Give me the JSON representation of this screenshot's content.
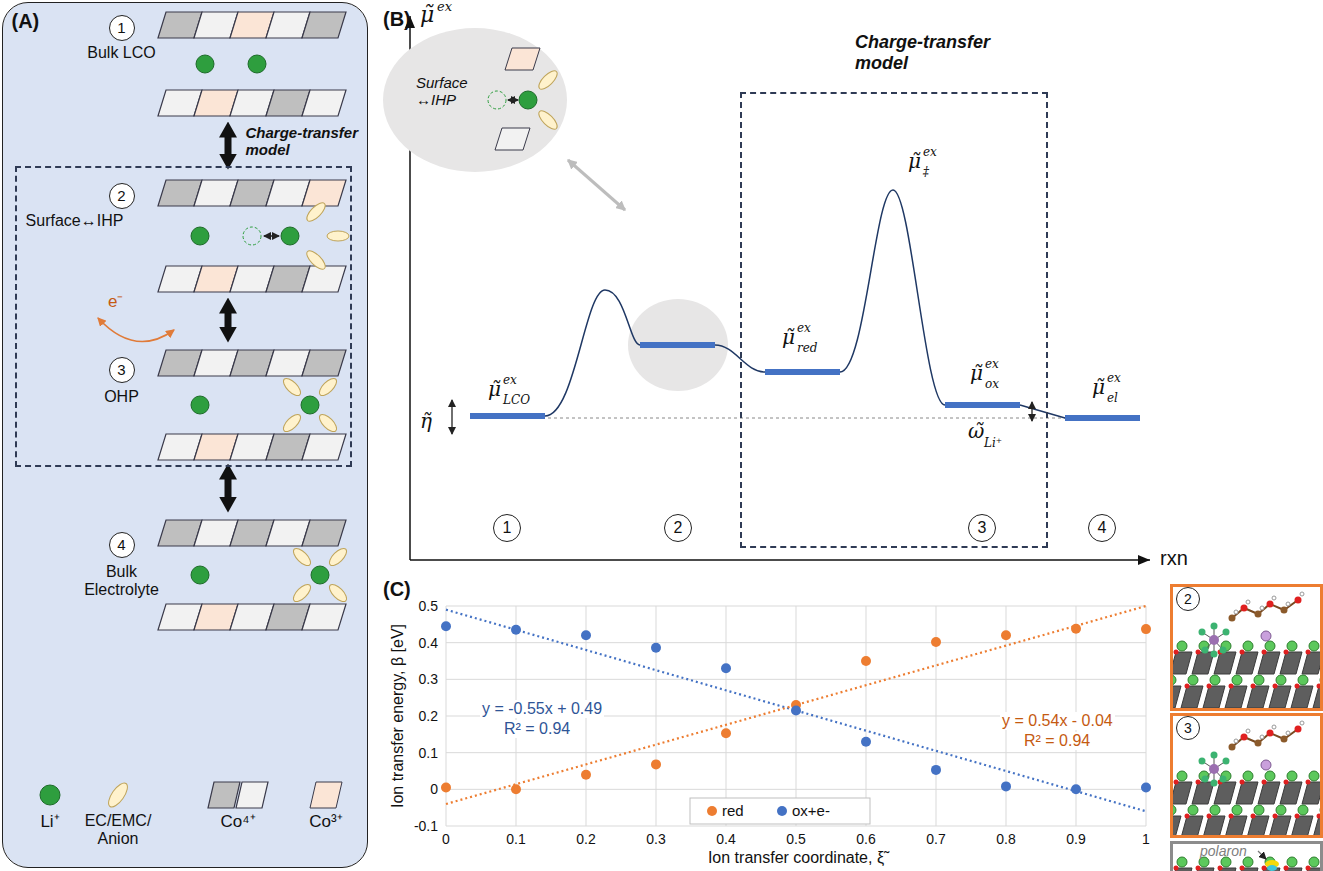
{
  "diagram": {
    "nodes": [
      {
        "text": [
          "(A)"
        ]
      },
      {
        "text": [
          "1",
          "Bulk LCO"
        ],
        "in": 0
      },
      {
        "text": [
          "Charge-transfer model"
        ],
        "in": 0
      },
      {
        "text": [
          "2",
          "Surface↔IHP"
        ],
        "in": 2
      },
      {
        "text": [
          "3",
          "OHP"
        ],
        "in": 2
      },
      {
        "text": [
          "4",
          "Bulk Electrolyte"
        ],
        "in": 0
      },
      {
        "text": [
          "Surface ↔IHP"
        ]
      },
      {
        "text": [
          "Charge-transfer model"
        ]
      },
      {
        "text": [
          "1"
        ]
      },
      {
        "text": [
          "2"
        ]
      },
      {
        "text": [
          "3"
        ],
        "in": 7
      },
      {
        "text": [
          "4"
        ]
      },
      {
        "text": [
          "2"
        ]
      },
      {
        "text": [
          "3"
        ]
      }
    ],
    "edges": [
      {
        "from": 1,
        "to": 3,
        "arrow": "both"
      },
      {
        "from": 3,
        "to": 4,
        "arrow": "both"
      },
      {
        "from": 4,
        "to": 5,
        "arrow": "both"
      }
    ],
    "labels": [
      "e⁻",
      "(B)",
      "μ̃",
      "ex",
      "rxn",
      "μ̃",
      "ex",
      "LCO",
      "μ̃",
      "ex",
      "red",
      "μ̃",
      "ex",
      "‡",
      "μ̃",
      "ex",
      "ox",
      "ω̃",
      "Li⁺",
      "μ̃",
      "ex",
      "el",
      "η̃",
      "(C)",
      "Ion transfer energy, β [eV]",
      "Ion transfer coordinate, ξ̃",
      "0.5",
      "0.4",
      "0.3",
      "0.2",
      "0.1",
      "0",
      "-0.1",
      "0",
      "0.1",
      "0.2",
      "0.3",
      "0.4",
      "0.5",
      "0.6",
      "0.7",
      "0.8",
      "0.9",
      "1",
      "y = -0.55x + 0.49",
      "R² = 0.94",
      "y = 0.54x - 0.04",
      "R² = 0.94",
      "polaron"
    ],
    "legend": [
      {
        "text": "Li⁺",
        "color": "#2e9e3e"
      },
      {
        "text": "EC/EMC/ Anion",
        "color": "#fff2cc"
      },
      {
        "text": "Co⁴⁺"
      },
      {
        "text": "Co³⁺",
        "color": "#fbe5d6"
      },
      {
        "text": "red",
        "color": "#ed7d31"
      },
      {
        "text": "ox+e-",
        "color": "#4472c4"
      }
    ]
  }
}
